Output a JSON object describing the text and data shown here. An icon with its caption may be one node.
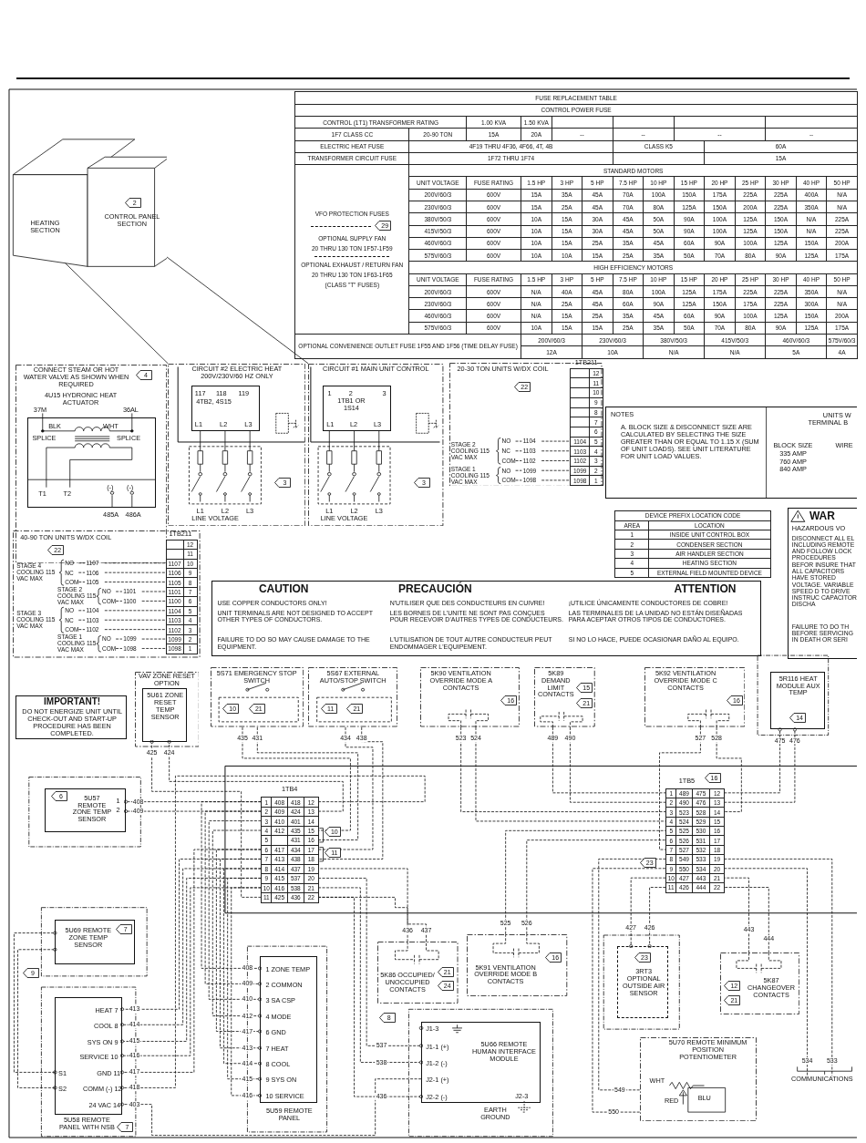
{
  "diagram": {
    "nodes": [
      {
        "text": [],
        "shape": "picture"
      },
      {
        "text": [
          "HEATING SECTION"
        ],
        "in": 0
      },
      {
        "text": [
          "CONTROL PANEL SECTION"
        ],
        "beside": [
          "2"
        ],
        "in": 0
      },
      {
        "text": [
          "CONNECT STEAM OR HOT WATER VALVE AS SHOWN WHEN REQUIRED",
          "4"
        ]
      },
      {
        "text": [
          "4U15 HYDRONIC HEAT ACTUATOR",
          "37M",
          "36AL",
          "BLK",
          "WHT",
          "SPLICE",
          "SPLICE",
          "T1",
          "T2",
          "(-)",
          "(-)",
          "485A",
          "486A"
        ],
        "in": 3
      },
      {
        "text": [
          "CIRCUIT #2 ELECTRIC HEAT 200V/230V/60 HZ ONLY",
          "L1",
          "L2",
          "L3",
          "LINE VOLTAGE",
          "3"
        ]
      },
      {
        "text": [
          "117",
          "118",
          "119",
          "4TB2, 4S15",
          "L1",
          "L2",
          "L3"
        ],
        "in": 5
      },
      {
        "text": [
          "CIRCUIT #1 MAIN UNIT CONTROL",
          "L1",
          "L2",
          "L3",
          "LINE VOLTAGE",
          "3"
        ]
      },
      {
        "text": [
          "1",
          "2",
          "3",
          "1TB1 OR 1S14",
          "L1",
          "L2",
          "L3"
        ],
        "in": 7
      },
      {
        "text": [
          "20-30 TON UNITS W/DX COIL",
          "22"
        ]
      },
      {
        "text": [
          "1TB211"
        ],
        "in": 9
      },
      {
        "text": [
          "40-90 TON UNITS W/DX COIL",
          "22"
        ]
      },
      {
        "text": [
          "1TB211"
        ],
        "in": 11
      },
      {
        "text": [
          "NOTES",
          "A. BLOCK SIZE & DISCONNECT SIZE ARE CALCULATED BY SELECTING THE SIZE GREATER THAN OR EQUAL TO 1.15 X (SUM OF UNIT LOADS). SEE UNIT LITERATURE FOR UNIT LOAD VALUES.",
          "UNITS W",
          "TERMINAL B",
          "BLOCK SIZE",
          "335 AMP",
          "760 AMP",
          "840 AMP",
          "WIRE"
        ]
      },
      {
        "text": [
          "WAR",
          "HAZARDOUS VO",
          "DISCONNECT ALL EL INCLUDING REMOTE AND FOLLOW LOCK PROCEDURES BEFOR INSURE THAT ALL CAPACITORS HAVE STORED VOLTAGE. VARIABLE SPEED D TO DRIVE INSTRUC CAPACITOR DISCHA",
          "FAILURE TO DO TH BEFORE SERVICING IN DEATH OR SERI"
        ]
      },
      {
        "text": [
          "CAUTION",
          "USE COPPER CONDUCTORS ONLY!",
          "UNIT TERMINALS ARE NOT DESIGNED TO ACCEPT OTHER TYPES OF CONDUCTORS.",
          "FAILURE TO DO SO MAY CAUSE DAMAGE TO THE EQUIPMENT.",
          "PRECAUCIÓN",
          "N'UTILISER QUE DES CONDUCTEURS EN CUIVRE!",
          "LES BORNES DE L'UNITE NE SONT PAS CONÇUES POUR RECEVOIR D'AUTRES TYPES DE CONDUCTEURS.",
          "L'UTILISATION DE TOUT AUTRE CONDUCTEUR PEUT ENDOMMAGER L'EQUIPEMENT.",
          "ATTENTION",
          "¡UTILICE ÚNICAMENTE CONDUCTORES DE COBRE!",
          "LAS TERMINALES DE LA UNIDAD NO ESTÁN DISEÑADAS PARA ACEPTAR OTROS TIPOS DE CONDUCTORES.",
          "SI NO LO HACE, PUEDE OCASIONAR DAÑO AL EQUIPO."
        ]
      },
      {
        "text": [
          "IMPORTANT!",
          "DO NOT ENERGIZE UNIT UNTIL CHECK-OUT AND START-UP PROCEDURE HAS BEEN COMPLETED."
        ]
      },
      {
        "text": [
          "VAV ZONE RESET OPTION"
        ]
      },
      {
        "text": [
          "5U61 ZONE RESET TEMP SENSOR"
        ],
        "in": 17
      },
      {
        "text": [
          "5S71 EMERGENCY STOP SWITCH",
          "10",
          "21"
        ]
      },
      {
        "text": [
          "5S67 EXTERNAL AUTO/STOP SWITCH",
          "11",
          "21"
        ]
      },
      {
        "text": [
          "5K90 VENTILATION OVERRIDE MODE A CONTACTS",
          "16"
        ]
      },
      {
        "text": [
          "5K89 DEMAND LIMIT CONTACTS",
          "15",
          "21"
        ]
      },
      {
        "text": [
          "5K92 VENTILATION OVERRIDE MODE C CONTACTS",
          "16"
        ]
      },
      {
        "text": [
          "5R116 HEAT MODULE AUX TEMP",
          "14"
        ]
      },
      {
        "text": [
          "1TB4"
        ],
        "beside": [
          "10",
          "11"
        ]
      },
      {
        "text": [
          "1TB5"
        ],
        "beside": [
          "16",
          "23"
        ]
      },
      {
        "text": [
          "5U57 REMOTE ZONE TEMP SENSOR",
          "1",
          "2",
          "6"
        ]
      },
      {
        "text": [
          "5U69 REMOTE ZONE TEMP SENSOR",
          "7"
        ],
        "beside": [
          "9"
        ]
      },
      {
        "text": [
          "HEAT 7",
          "COOL 8",
          "SYS ON 9",
          "SERVICE 10",
          "GND 11",
          "COMM (-) 12",
          "24 VAC 14",
          "S1",
          "S2",
          "5U58 REMOTE PANEL WITH NSB"
        ],
        "beside": [
          "7"
        ]
      },
      {
        "text": [
          "1 ZONE TEMP",
          "2 COMMON",
          "3 SA CSP",
          "4 MODE",
          "6 GND",
          "7 HEAT",
          "8 COOL",
          "9 SYS ON",
          "10 SERVICE",
          "5U59 REMOTE PANEL"
        ]
      },
      {
        "text": [
          "5K86 OCCUPIED/ UNOCCUPIED CONTACTS",
          "21",
          "24"
        ]
      },
      {
        "text": [
          "5K91 VENTILATION OVERRIDE MODE B CONTACTS",
          "16"
        ]
      },
      {
        "text": [
          "J1-3",
          "J1-1 (+)",
          "J1-2 (-)",
          "J2-1 (+)",
          "J2-2 (-)",
          "5U66 REMOTE HUMAN INTERFACE MODULE",
          "J2-3",
          "EARTH GROUND"
        ]
      },
      {
        "text": [
          "23",
          "3RT3 OPTIONAL OUTSIDE AIR SENSOR"
        ]
      },
      {
        "text": [
          "12",
          "21",
          "5K87 CHANGEOVER CONTACTS"
        ]
      },
      {
        "text": [
          "5U70 REMOTE MINIMUM POSITION POTENTIOMETER",
          "WHT",
          "RED",
          "BLU"
        ]
      },
      {
        "text": [
          "COMMUNICATIONS"
        ]
      }
    ],
    "edges": [
      {
        "from": 1,
        "to": 5,
        "arrow": "none"
      },
      {
        "from": 2,
        "to": 7,
        "arrow": "none"
      },
      {
        "from": 25,
        "to": 27,
        "arrow": "other",
        "label": "408",
        "style": "dashed"
      },
      {
        "from": 25,
        "to": 27,
        "arrow": "other",
        "label": "409",
        "style": "dashed"
      },
      {
        "from": 25,
        "to": 18,
        "arrow": "other",
        "label": "425",
        "style": "dashed"
      },
      {
        "from": 25,
        "to": 18,
        "arrow": "other",
        "label": "424",
        "style": "dashed"
      },
      {
        "from": 19,
        "to": 25,
        "arrow": "none",
        "label": "435",
        "style": "dashed"
      },
      {
        "from": 19,
        "to": 25,
        "arrow": "none",
        "label": "431",
        "style": "dashed"
      },
      {
        "from": 20,
        "to": 25,
        "arrow": "none",
        "label": "434",
        "style": "dashed"
      },
      {
        "from": 20,
        "to": 25,
        "arrow": "none",
        "label": "438",
        "style": "dashed"
      },
      {
        "from": 31,
        "to": 25,
        "arrow": "none",
        "label": "436",
        "style": "dashed"
      },
      {
        "from": 31,
        "to": 25,
        "arrow": "none",
        "label": "437",
        "style": "dashed"
      },
      {
        "from": 25,
        "to": 30,
        "arrow": "other",
        "label": "408",
        "style": "dashed"
      },
      {
        "from": 25,
        "to": 30,
        "arrow": "other",
        "label": "409",
        "style": "dashed"
      },
      {
        "from": 25,
        "to": 30,
        "arrow": "other",
        "label": "410",
        "style": "dashed"
      },
      {
        "from": 25,
        "to": 30,
        "arrow": "other",
        "label": "412",
        "style": "dashed"
      },
      {
        "from": 25,
        "to": 30,
        "arrow": "other",
        "label": "417",
        "style": "dashed"
      },
      {
        "from": 25,
        "to": 30,
        "arrow": "other",
        "label": "413",
        "style": "dashed"
      },
      {
        "from": 25,
        "to": 30,
        "arrow": "other",
        "label": "414",
        "style": "dashed"
      },
      {
        "from": 25,
        "to": 30,
        "arrow": "other",
        "label": "415",
        "style": "dashed"
      },
      {
        "from": 25,
        "to": 30,
        "arrow": "other",
        "label": "416",
        "style": "dashed"
      },
      {
        "from": 25,
        "to": 29,
        "arrow": "other",
        "label": "413",
        "style": "dashed"
      },
      {
        "from": 25,
        "to": 29,
        "arrow": "other",
        "label": "414",
        "style": "dashed"
      },
      {
        "from": 25,
        "to": 29,
        "arrow": "other",
        "label": "415",
        "style": "dashed"
      },
      {
        "from": 25,
        "to": 29,
        "arrow": "other",
        "label": "416",
        "style": "dashed"
      },
      {
        "from": 25,
        "to": 29,
        "arrow": "other",
        "label": "417",
        "style": "dashed"
      },
      {
        "from": 25,
        "to": 29,
        "arrow": "other",
        "label": "418",
        "style": "dashed"
      },
      {
        "from": 33,
        "to": 29,
        "arrow": "other",
        "label": "403",
        "style": "dashed"
      },
      {
        "from": 29,
        "to": 28,
        "arrow": "other",
        "style": "dashed"
      },
      {
        "from": 29,
        "to": 28,
        "arrow": "other",
        "style": "dashed"
      },
      {
        "from": 25,
        "to": 33,
        "arrow": "other",
        "label": "537",
        "style": "dashed"
      },
      {
        "from": 25,
        "to": 33,
        "arrow": "other",
        "label": "538",
        "style": "dashed"
      },
      {
        "from": 25,
        "to": 33,
        "arrow": "other",
        "label": "436",
        "style": "dashed"
      },
      {
        "from": 21,
        "to": 26,
        "arrow": "none",
        "label": "523",
        "style": "dashed"
      },
      {
        "from": 21,
        "to": 26,
        "arrow": "none",
        "label": "524",
        "style": "dashed"
      },
      {
        "from": 22,
        "to": 26,
        "arrow": "none",
        "label": "489",
        "style": "dashed"
      },
      {
        "from": 22,
        "to": 26,
        "arrow": "none",
        "label": "490",
        "style": "dashed"
      },
      {
        "from": 23,
        "to": 26,
        "arrow": "none",
        "label": "527",
        "style": "dashed"
      },
      {
        "from": 23,
        "to": 26,
        "arrow": "none",
        "label": "528",
        "style": "dashed"
      },
      {
        "from": 26,
        "to": 24,
        "arrow": "other",
        "label": "475",
        "style": "dashed"
      },
      {
        "from": 26,
        "to": 24,
        "arrow": "other",
        "label": "476",
        "style": "dashed"
      },
      {
        "from": 32,
        "to": 26,
        "arrow": "none",
        "label": "525",
        "style": "dashed"
      },
      {
        "from": 32,
        "to": 26,
        "arrow": "none",
        "label": "526",
        "style": "dashed"
      },
      {
        "from": 26,
        "to": 34,
        "arrow": "other",
        "label": "427",
        "style": "dashed"
      },
      {
        "from": 26,
        "to": 34,
        "arrow": "other",
        "label": "426",
        "style": "dashed"
      },
      {
        "from": 35,
        "to": 26,
        "arrow": "none",
        "label": "443",
        "style": "dashed"
      },
      {
        "from": 35,
        "to": 26,
        "arrow": "none",
        "label": "444",
        "style": "dashed"
      },
      {
        "from": 36,
        "to": 26,
        "arrow": "none",
        "label": "549",
        "style": "dashed"
      },
      {
        "from": 36,
        "to": 26,
        "arrow": "none",
        "label": "550",
        "style": "dashed"
      },
      {
        "from": 26,
        "to": 37,
        "arrow": "none",
        "label": "534",
        "style": "dashed"
      },
      {
        "from": 26,
        "to": 37,
        "arrow": "none",
        "label": "533",
        "style": "dashed"
      }
    ],
    "labels": [
      "FUSE REPLACEMENT TABLE",
      "CONTROL POWER FUSE",
      "CONTROL (1T1) TRANSFORMER RATING",
      "1.00 KVA",
      "1.50 KVA",
      "1F7 CLASS CC",
      "20-90 TON",
      "15A",
      "20A",
      "--",
      "--",
      "--",
      "--",
      "ELECTRIC HEAT FUSE",
      "4F19 THRU 4F36, 4F66, 4T, 4B",
      "CLASS K5",
      "60A",
      "TRANSFORMER CIRCUIT FUSE",
      "1F72 THRU 1F74",
      "15A",
      "VFO PROTECTION FUSES",
      "29",
      "OPTIONAL SUPPLY FAN",
      "20 THRU 130 TON 1F57-1F59",
      "OPTIONAL EXHAUST / RETURN FAN",
      "20 THRU 130 TON 1F63-1F65",
      "(CLASS \"T\" FUSES)",
      "STANDARD MOTORS",
      "UNIT VOLTAGE",
      "FUSE RATING",
      "1.5 HP",
      "3 HP",
      "5 HP",
      "7.5 HP",
      "10 HP",
      "15 HP",
      "20 HP",
      "25 HP",
      "30 HP",
      "40 HP",
      "50 HP",
      "200V/60/3",
      "600V",
      "15A",
      "35A",
      "45A",
      "70A",
      "100A",
      "150A",
      "175A",
      "225A",
      "225A",
      "400A",
      "N/A",
      "230V/60/3",
      "600V",
      "15A",
      "25A",
      "45A",
      "70A",
      "80A",
      "125A",
      "150A",
      "200A",
      "225A",
      "350A",
      "N/A",
      "380V/50/3",
      "600V",
      "10A",
      "15A",
      "30A",
      "45A",
      "50A",
      "90A",
      "100A",
      "125A",
      "150A",
      "N/A",
      "225A",
      "415V/50/3",
      "600V",
      "10A",
      "15A",
      "30A",
      "45A",
      "50A",
      "90A",
      "100A",
      "125A",
      "150A",
      "N/A",
      "225A",
      "460V/60/3",
      "600V",
      "10A",
      "15A",
      "25A",
      "35A",
      "45A",
      "60A",
      "90A",
      "100A",
      "125A",
      "150A",
      "200A",
      "575V/60/3",
      "600V",
      "10A",
      "10A",
      "15A",
      "25A",
      "35A",
      "50A",
      "70A",
      "80A",
      "90A",
      "125A",
      "175A",
      "HIGH EFFICIENCY MOTORS",
      "UNIT VOLTAGE",
      "FUSE RATING",
      "1.5 HP",
      "3 HP",
      "5 HP",
      "7.5 HP",
      "10 HP",
      "15 HP",
      "20 HP",
      "25 HP",
      "30 HP",
      "40 HP",
      "50 HP",
      "200V/60/3",
      "600V",
      "N/A",
      "40A",
      "45A",
      "80A",
      "100A",
      "125A",
      "175A",
      "225A",
      "225A",
      "350A",
      "N/A",
      "230V/60/3",
      "600V",
      "N/A",
      "25A",
      "45A",
      "60A",
      "90A",
      "125A",
      "150A",
      "175A",
      "225A",
      "300A",
      "N/A",
      "460V/60/3",
      "600V",
      "N/A",
      "15A",
      "25A",
      "35A",
      "45A",
      "60A",
      "90A",
      "100A",
      "125A",
      "150A",
      "200A",
      "575V/60/3",
      "600V",
      "10A",
      "15A",
      "15A",
      "25A",
      "35A",
      "50A",
      "70A",
      "80A",
      "90A",
      "125A",
      "175A",
      "OPTIONAL CONVENIENCE OUTLET FUSE 1F55 AND 1F56 (TIME DELAY FUSE)",
      "200V/60/3",
      "230V/60/3",
      "380V/50/3",
      "415V/50/3",
      "460V/60/3",
      "575V/60/3",
      "12A",
      "10A",
      "N/A",
      "N/A",
      "5A",
      "4A",
      "DEVICE PREFIX LOCATION CODE",
      "AREA",
      "LOCATION",
      "1",
      "INSIDE UNIT CONTROL BOX",
      "2",
      "CONDENSER SECTION",
      "3",
      "AIR HANDLER SECTION",
      "4",
      "HEATING SECTION",
      "5",
      "EXTERNAL FIELD MOUNTED DEVICE",
      "12",
      "11",
      "10",
      "9",
      "8",
      "7",
      "6",
      "1104",
      "5",
      "1103",
      "4",
      "1102",
      "3",
      "1099",
      "2",
      "1098",
      "1",
      "STAGE 2 COOLING 115 VAC MAX",
      "NO",
      "1104",
      "NC",
      "1103",
      "COM",
      "1102",
      "STAGE 1 COOLING 115 VAC MAX",
      "NO",
      "1099",
      "COM",
      "1098",
      "12",
      "11",
      "1107",
      "10",
      "1106",
      "9",
      "1105",
      "8",
      "1101",
      "7",
      "1100",
      "6",
      "1104",
      "5",
      "1103",
      "4",
      "1102",
      "3",
      "1099",
      "2",
      "1098",
      "1",
      "STAGE 4 COOLING 115 VAC MAX",
      "NO",
      "1107",
      "NC",
      "1106",
      "COM",
      "1105",
      "STAGE 2 COOLING 115 VAC MAX",
      "NO",
      "1101",
      "COM",
      "1100",
      "STAGE 3 COOLING 115 VAC MAX",
      "NO",
      "1104",
      "NC",
      "1103",
      "COM",
      "1102",
      "STAGE 1 COOLING 115 VAC MAX",
      "NO",
      "1099",
      "COM",
      "1098",
      "1",
      "408",
      "418",
      "12",
      "2",
      "409",
      "424",
      "13",
      "3",
      "410",
      "401",
      "14",
      "4",
      "412",
      "435",
      "15",
      "5",
      "431",
      "16",
      "6",
      "417",
      "434",
      "17",
      "7",
      "413",
      "438",
      "18",
      "8",
      "414",
      "437",
      "19",
      "9",
      "415",
      "537",
      "20",
      "10",
      "416",
      "538",
      "21",
      "11",
      "425",
      "436",
      "22",
      "1",
      "489",
      "475",
      "12",
      "2",
      "490",
      "476",
      "13",
      "3",
      "523",
      "528",
      "14",
      "4",
      "524",
      "529",
      "15",
      "5",
      "525",
      "530",
      "16",
      "6",
      "526",
      "531",
      "17",
      "7",
      "527",
      "532",
      "18",
      "8",
      "549",
      "533",
      "19",
      "9",
      "550",
      "534",
      "20",
      "10",
      "427",
      "443",
      "21",
      "11",
      "426",
      "444",
      "22",
      "8"
    ]
  }
}
